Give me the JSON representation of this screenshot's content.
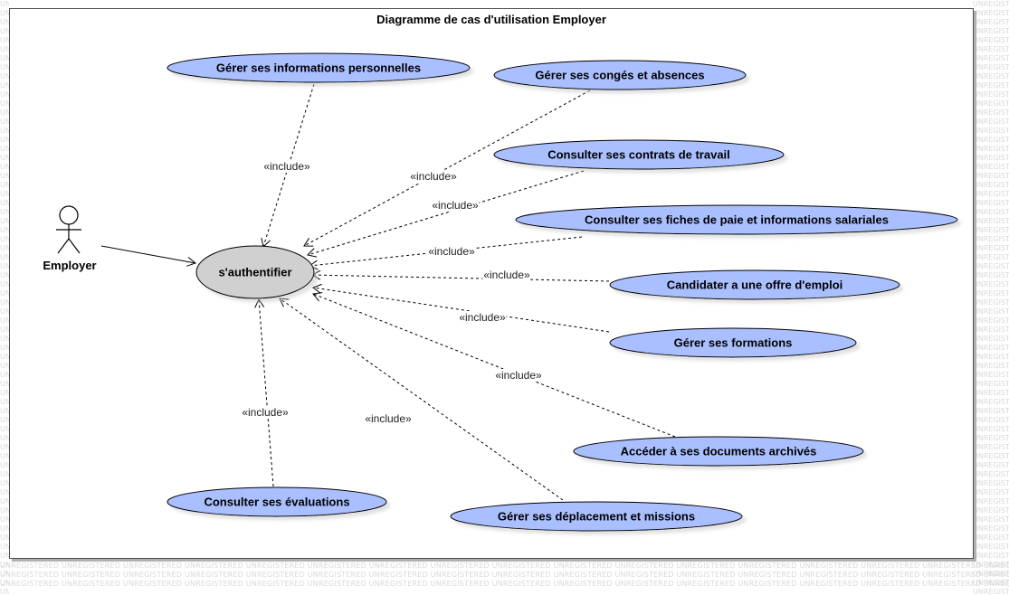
{
  "watermark": "UNREGISTERED",
  "diagram": {
    "title": "Diagramme de cas d'utilisation Employer",
    "actor": {
      "name": "Employer"
    },
    "central_use_case": "s'authentifier",
    "include_label": "«include»",
    "use_cases": [
      "Gérer ses informations personnelles",
      "Gérer ses congés et absences",
      "Consulter ses contrats de travail",
      "Consulter ses fiches de paie et informations salariales",
      "Candidater a une offre d'emploi",
      "Gérer ses formations",
      "Accéder à ses documents archivés",
      "Gérer ses déplacement et missions",
      "Consulter ses évaluations"
    ],
    "colors": {
      "use_case_fill": "#aabfff",
      "central_fill": "#d0d0d0",
      "line": "#000000"
    }
  }
}
